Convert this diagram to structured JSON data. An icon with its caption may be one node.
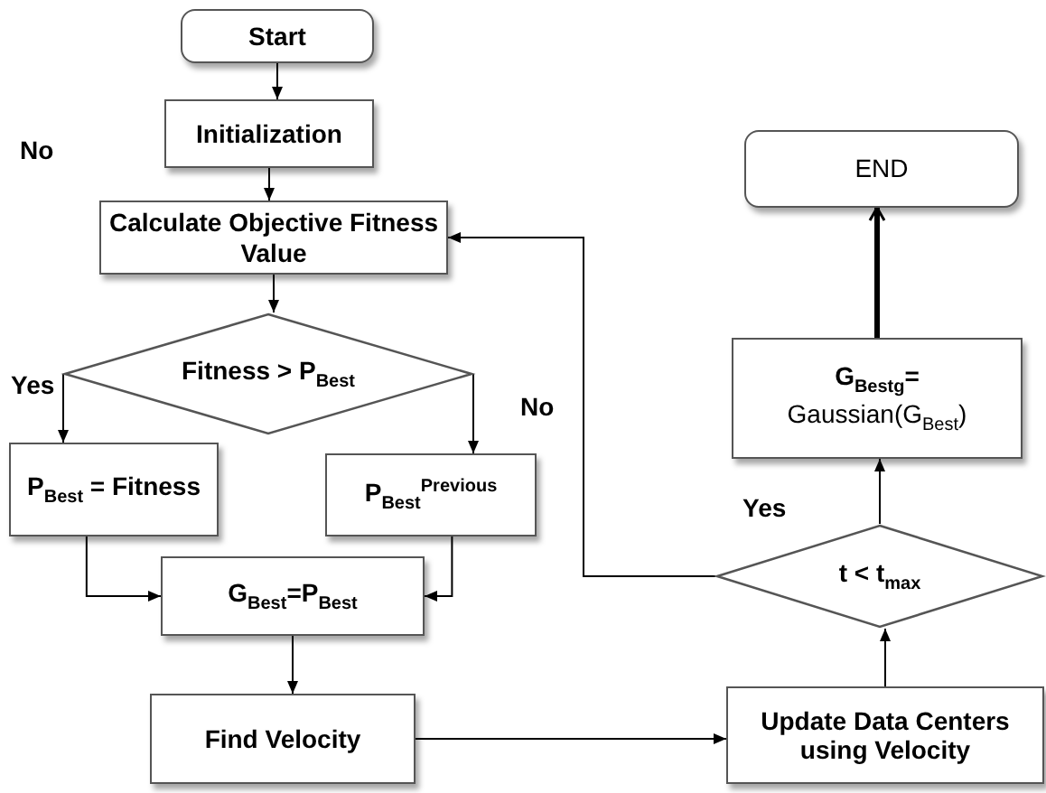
{
  "diagram": {
    "nodes": [
      {
        "text": [
          "Start"
        ]
      },
      {
        "text": [
          "Initialization"
        ]
      },
      {
        "text": [
          "Calculate Objective Fitness Value"
        ]
      },
      {
        "text": [
          "Fitness > P$_{Best}$"
        ]
      },
      {
        "text": [
          "P$_{Best}$ = Fitness"
        ]
      },
      {
        "text": [
          "P$_{Best}$$^{Previous}$"
        ]
      },
      {
        "text": [
          "G$_{Best}$=P$_{Best}$"
        ]
      },
      {
        "text": [
          "Find Velocity"
        ]
      },
      {
        "text": [
          "Update Data Centers using Velocity"
        ]
      },
      {
        "text": [
          "t < t$_{max}$"
        ]
      },
      {
        "text": [
          "G$_{Bestg}$=",
          "Gaussian(G$_{Best}$)"
        ]
      },
      {
        "text": [
          "END"
        ]
      }
    ],
    "edges": [
      {
        "from": 0,
        "to": 1,
        "arrow": "to"
      },
      {
        "from": 1,
        "to": 2,
        "arrow": "to"
      },
      {
        "from": 2,
        "to": 3,
        "arrow": "to"
      },
      {
        "from": 3,
        "to": 4,
        "arrow": "to",
        "label": "Yes"
      },
      {
        "from": 3,
        "to": 5,
        "arrow": "to",
        "label": "No"
      },
      {
        "from": 4,
        "to": 6,
        "arrow": "to"
      },
      {
        "from": 5,
        "to": 6,
        "arrow": "to"
      },
      {
        "from": 6,
        "to": 7,
        "arrow": "to"
      },
      {
        "from": 7,
        "to": 8,
        "arrow": "to"
      },
      {
        "from": 8,
        "to": 9,
        "arrow": "to"
      },
      {
        "from": 9,
        "to": 10,
        "arrow": "to",
        "label": "Yes"
      },
      {
        "from": 9,
        "to": 2,
        "arrow": "to"
      },
      {
        "from": 10,
        "to": 11,
        "arrow": "to",
        "style": "thick"
      }
    ],
    "labels": [
      "No"
    ]
  }
}
